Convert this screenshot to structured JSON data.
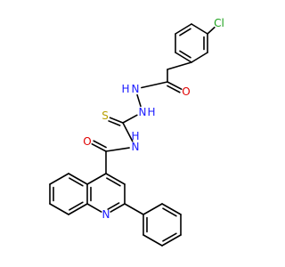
{
  "molecule": {
    "colors": {
      "bond": "#000000",
      "chlorine": "#1aa01a",
      "oxygen": "#e00000",
      "nitrogen": "#1a1aff",
      "sulfur": "#b8a000"
    },
    "atoms": {
      "cl": "Cl",
      "o_amide_top": "O",
      "nh_top": "H",
      "n_top": "N",
      "n_mid": "N",
      "h_mid": "H",
      "s": "S",
      "nh_low": "H",
      "n_low": "N",
      "o_amide_low": "O",
      "n_ring": "N"
    }
  }
}
